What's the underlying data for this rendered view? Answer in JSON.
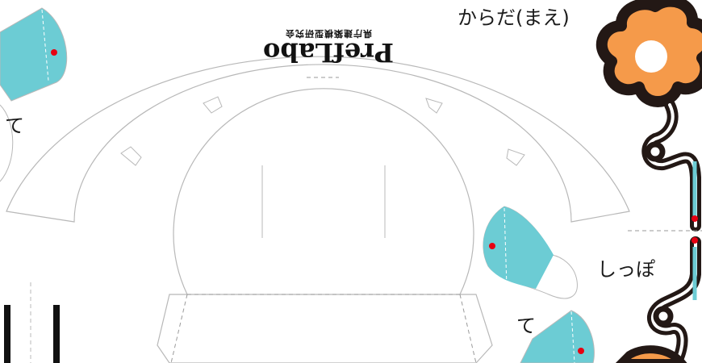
{
  "brand": {
    "logo_text": "PrefLabo",
    "subtitle": "県庁建築模型研究会"
  },
  "labels": {
    "body_front": "からだ(まえ)",
    "hand_top_left": "て",
    "tail": "しっぽ",
    "hand_bottom_right": "て"
  },
  "colors": {
    "cut_line": "#b8b8b8",
    "fold_line": "#9a9a9a",
    "hand_fill": "#6cccd4",
    "flower_fill": "#f59a4a",
    "outline": "#231815",
    "glue_dot": "#e60012"
  }
}
